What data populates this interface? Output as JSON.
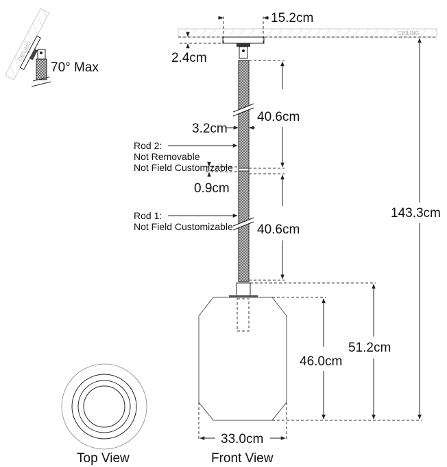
{
  "labels": {
    "ceiling": "CEILING",
    "tilt": "70° Max",
    "canopy_width": "15.2cm",
    "canopy_height": "2.4cm",
    "rod2_length": "40.6cm",
    "rod_diameter": "3.2cm",
    "joint": "0.9cm",
    "rod1_length": "40.6cm",
    "overall_height": "143.3cm",
    "shade_height": "46.0cm",
    "fixture_height": "51.2cm",
    "shade_width": "33.0cm",
    "rod2_note": [
      "Rod 2:",
      "Not Removable",
      "Not Field Customizable"
    ],
    "rod1_note": [
      "Rod 1:",
      "Not Field Customizable"
    ],
    "top_view": "Top View",
    "front_view": "Front View"
  }
}
